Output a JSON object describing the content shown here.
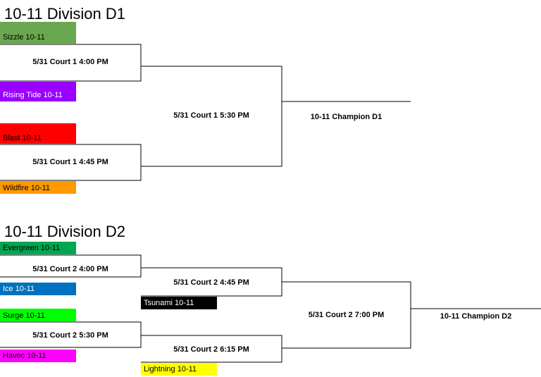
{
  "d1": {
    "title": "10-11 Division D1",
    "teams": [
      {
        "name": "Sizzle 10-11",
        "color": "#6aa84f",
        "text_color": "#000000"
      },
      {
        "name": "Rising Tide 10-11",
        "color": "#9900ff",
        "text_color": "#ffffff"
      },
      {
        "name": "Blast 10-11",
        "color": "#ff0000",
        "text_color": "#000000"
      },
      {
        "name": "Wildfire 10-11",
        "color": "#ff9900",
        "text_color": "#000000"
      }
    ],
    "games": [
      "5/31 Court 1 4:00 PM",
      "5/31 Court 1 4:45 PM",
      "5/31 Court 1 5:30 PM"
    ],
    "champion": "10-11 Champion D1"
  },
  "d2": {
    "title": "10-11 Division D2",
    "teams": [
      {
        "name": "Evergreen 10-11",
        "color": "#00a651",
        "text_color": "#000000"
      },
      {
        "name": "Ice 10-11",
        "color": "#0070c0",
        "text_color": "#ffffff"
      },
      {
        "name": "Surge 10-11",
        "color": "#00ff00",
        "text_color": "#000000"
      },
      {
        "name": "Havoc 10-11",
        "color": "#ff00ff",
        "text_color": "#000000"
      },
      {
        "name": "Tsunami 10-11",
        "color": "#000000",
        "text_color": "#ffffff"
      },
      {
        "name": "Lightning 10-11",
        "color": "#ffff00",
        "text_color": "#000000"
      }
    ],
    "games": [
      "5/31 Court 2 4:00 PM",
      "5/31 Court 2 5:30 PM",
      "5/31 Court 2 4:45 PM",
      "5/31 Court 2 6:15 PM",
      "5/31 Court 2 7:00 PM"
    ],
    "champion": "10-11 Champion D2"
  }
}
